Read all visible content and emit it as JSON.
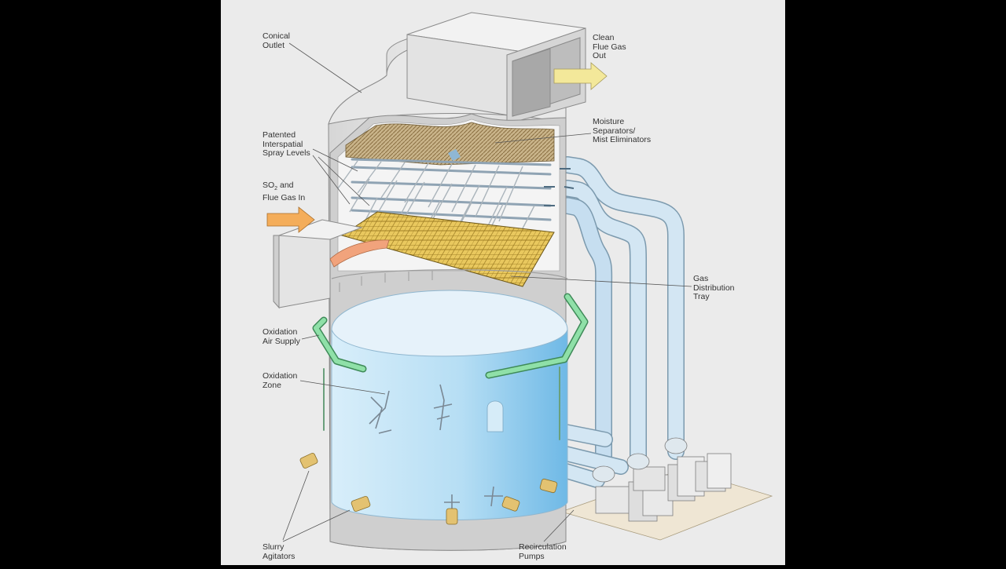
{
  "labels": {
    "conical_outlet": "Conical\nOutlet",
    "clean_flue_gas_out": "Clean\nFlue Gas\nOut",
    "patented_spray_levels": "Patented\nInterspatial\nSpray Levels",
    "moisture_separators": "Moisture\nSeparators/\nMist Eliminators",
    "so2_line1_prefix": "SO",
    "so2_line1_sub": "2",
    "so2_line1_suffix": " and",
    "so2_line2": "Flue Gas In",
    "gas_distribution_tray": "Gas\nDistribution\nTray",
    "oxidation_air_supply": "Oxidation\nAir Supply",
    "oxidation_zone": "Oxidation\nZone",
    "slurry_agitators": "Slurry\nAgitators",
    "recirculation_pumps": "Recirculation\nPumps"
  },
  "colors": {
    "background": "#ebebeb",
    "shell": "#e2e2e2",
    "shell_edge": "#8a8a8a",
    "slurry": "#7cc4ec",
    "pipe_blue": "#cfe4f2",
    "air_green": "#7fd79a",
    "tray_yellow": "#e6c25a",
    "arrow_yellow": "#f3e89a",
    "arrow_orange": "#f4ad5a",
    "agitator": "#e3c271",
    "text": "#333333"
  },
  "icons": {
    "gas_out_arrow": "arrow-right-icon",
    "gas_in_arrow": "arrow-right-icon"
  }
}
